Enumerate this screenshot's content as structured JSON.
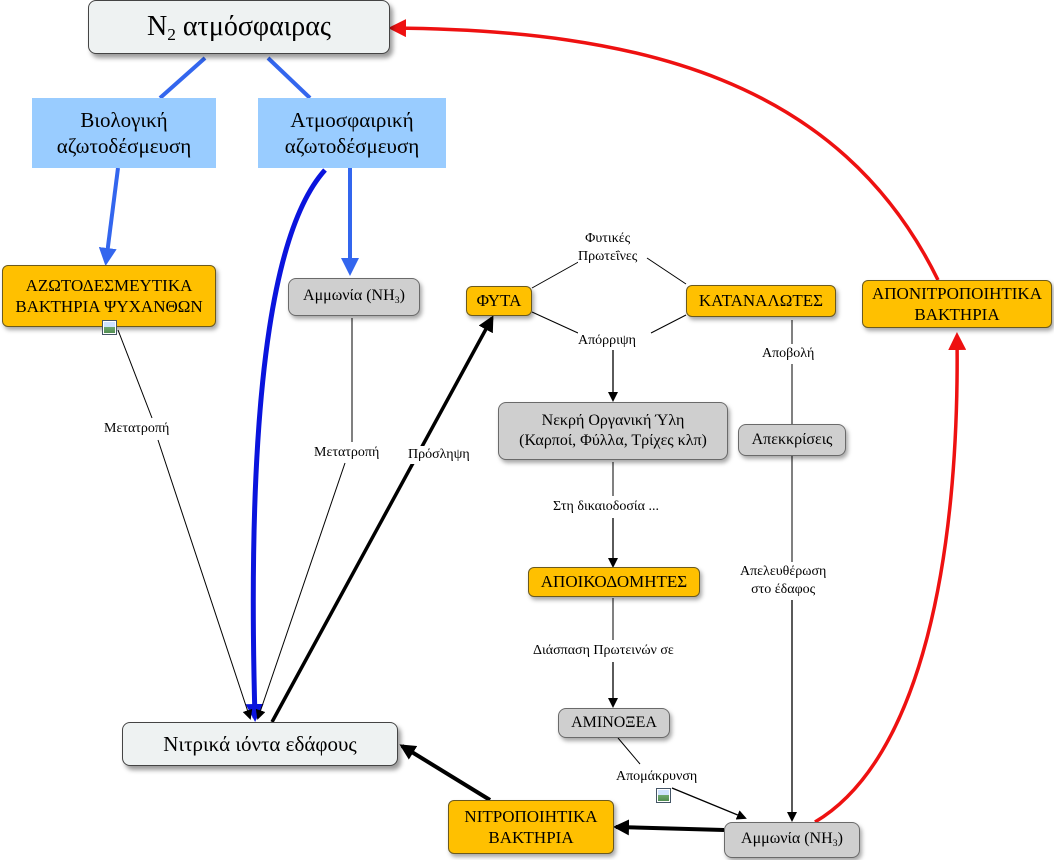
{
  "nodes": {
    "n2": {
      "main": "N",
      "sub": "2",
      "rest": " ατμόσφαιρας"
    },
    "bio_fix": "Βιολογική\nαζωτοδέσμευση",
    "atm_fix": "Ατμοσφαιρική\nαζωτοδέσμευση",
    "azoto_bacteria": "ΑΖΩΤΟΔΕΣΜΕΥΤΙΚΑ\nΒΑΚΤΗΡΙΑ ΨΥΧΑΝΘΩΝ",
    "ammonia_top": {
      "main": "Αμμωνία (NH",
      "sub": "3",
      "end": ")"
    },
    "plants": "ΦΥΤΑ",
    "consumers": "ΚΑΤΑΝΑΛΩΤΕΣ",
    "denitrifying": "ΑΠΟΝΙΤΡΟΠΟΙΗΤΙΚΑ\nΒΑΚΤΗΡΙΑ",
    "dead_matter": "Νεκρή Οργανική Ύλη\n(Καρποί, Φύλλα, Τρίχες κλπ)",
    "excretions": "Απεκκρίσεις",
    "decomposers": "ΑΠΟΙΚΟΔΟΜΗΤΕΣ",
    "amino_acids": "ΑΜΙΝΟΞΕΑ",
    "nitrates": "Νιτρικά ιόντα εδάφους",
    "nitrifying": "ΝΙΤΡΟΠΟΙΗΤΙΚΑ\nΒΑΚΤΗΡΙΑ",
    "ammonia_bottom": {
      "main": "Αμμωνία (NH",
      "sub": "3",
      "end": ")"
    }
  },
  "labels": {
    "conversion_left": "Μετατροπή",
    "conversion_mid": "Μετατροπή",
    "uptake": "Πρόσληψη",
    "plant_proteins": "Φυτικές\nΠρωτεΐνες",
    "disposal": "Απόρριψη",
    "excretion": "Αποβολή",
    "meanwhile": "Στη δικαιοδοσία ...",
    "protein_breakdown": "Διάσπαση Πρωτεινών σε",
    "release": "Απελευθέρωση\nστο έδαφος",
    "removal": "Απομάκρυνση"
  },
  "colors": {
    "yellow_node": "#ffc000",
    "grey_node": "#cfcfcf",
    "blue_node": "#99ccff",
    "white_node": "#eef2f2",
    "blue_arrow": "#3366ee",
    "dark_blue_arrow": "#0a14dd",
    "red_arrow": "#ee1111",
    "black_arrow": "#000000"
  },
  "icons": [
    "image-icon",
    "image-icon"
  ]
}
